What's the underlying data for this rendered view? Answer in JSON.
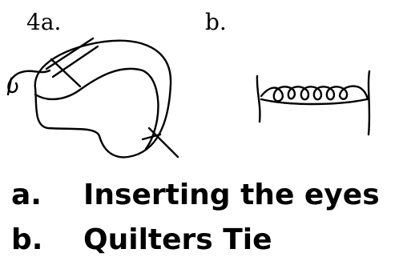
{
  "figure": {
    "label_a": "4a.",
    "label_b": "b."
  },
  "captions": [
    {
      "letter": "a.",
      "text": "Inserting the eyes"
    },
    {
      "letter": "b.",
      "text": "Quilters Tie"
    }
  ],
  "colors": {
    "ink": "#000000",
    "background": "#ffffff"
  }
}
